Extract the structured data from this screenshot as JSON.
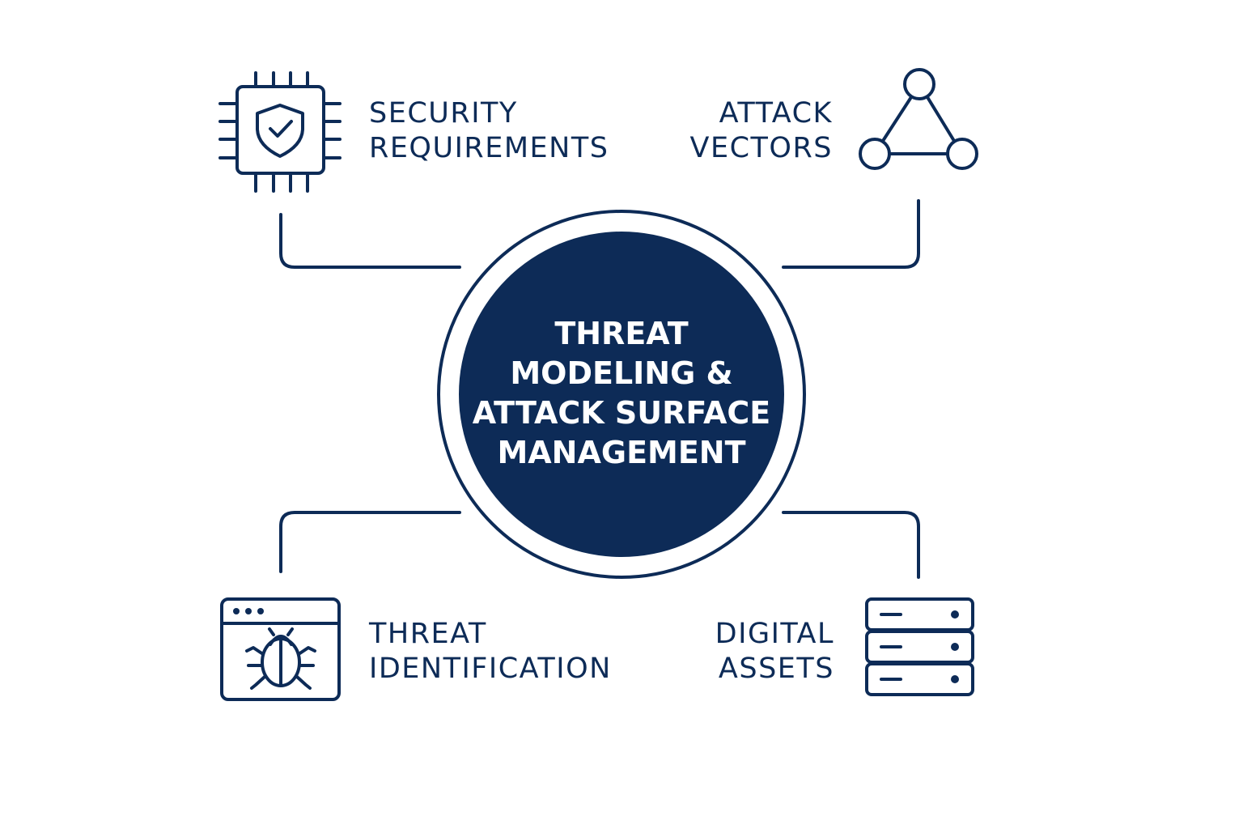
{
  "colors": {
    "primary": "#0d2b57",
    "background": "#ffffff",
    "center_text": "#ffffff"
  },
  "center": {
    "lines": [
      "THREAT",
      "MODELING &",
      "ATTACK SURFACE",
      "MANAGEMENT"
    ]
  },
  "nodes": {
    "security_requirements": {
      "icon": "chip-shield-check-icon",
      "lines": [
        "SECURITY",
        "REQUIREMENTS"
      ]
    },
    "attack_vectors": {
      "icon": "triangle-network-icon",
      "lines": [
        "ATTACK",
        "VECTORS"
      ]
    },
    "threat_identification": {
      "icon": "browser-bug-icon",
      "lines": [
        "THREAT",
        "IDENTIFICATION"
      ]
    },
    "digital_assets": {
      "icon": "server-stack-icon",
      "lines": [
        "DIGITAL",
        "ASSETS"
      ]
    }
  }
}
